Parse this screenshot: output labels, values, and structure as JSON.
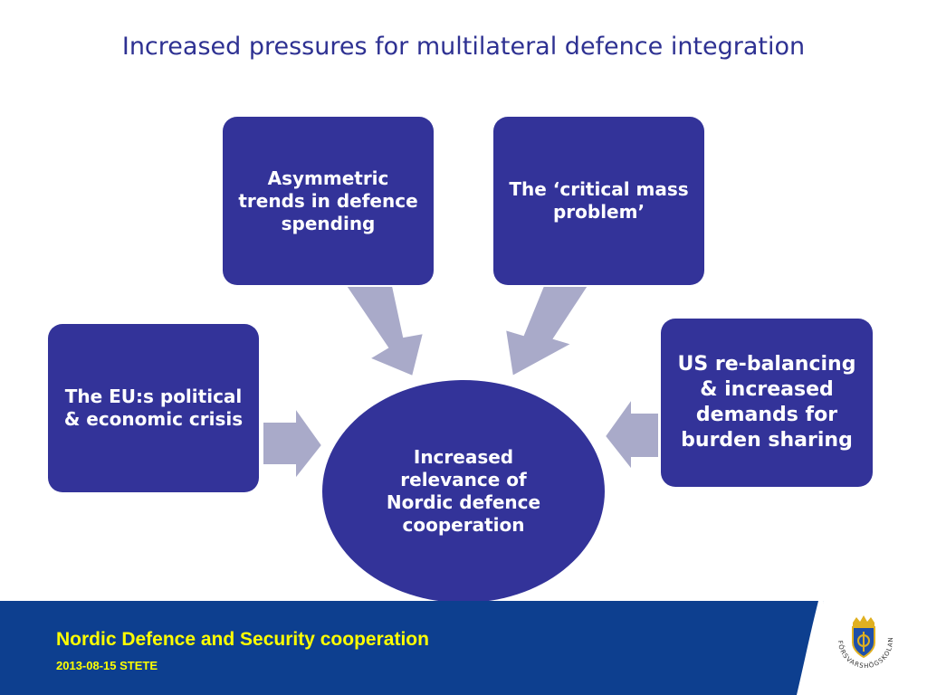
{
  "title": "Increased pressures for multilateral defence integration",
  "diagram": {
    "center": "Increased relevance of Nordic defence cooperation",
    "boxes": {
      "top_left": "Asymmetric trends in defence spending",
      "top_right": "The ‘critical mass problem’",
      "left": "The EU:s political  & economic crisis",
      "right": "US re-balancing & increased demands for burden sharing"
    }
  },
  "footer": {
    "title": "Nordic Defence  and Security cooperation",
    "subtitle": "2013-08-15 STETE",
    "logo_text": "FÖRSVARSHÖGSKOLAN"
  },
  "colors": {
    "primary": "#333399",
    "arrow": "#a9aac9",
    "footer_bg": "#0d3f8f",
    "footer_text": "#ffff00"
  }
}
